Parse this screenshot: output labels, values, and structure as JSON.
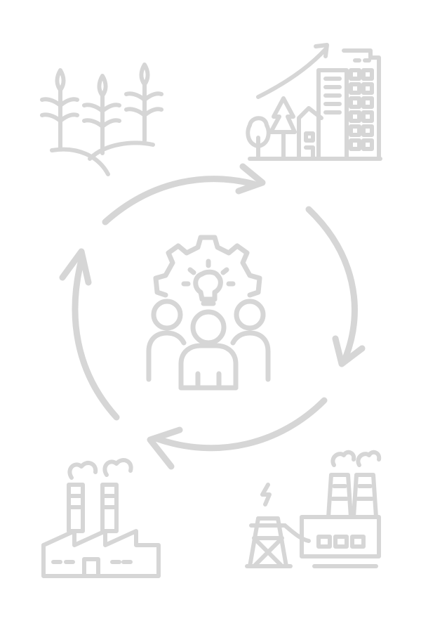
{
  "diagram": {
    "type": "cycle",
    "stroke_color": "#d6d6d6",
    "background_color": "#ffffff",
    "center": {
      "icon": "innovation-team-gear-lightbulb-icon"
    },
    "nodes": [
      {
        "position": "top-left",
        "icon": "agriculture-crops-icon"
      },
      {
        "position": "top-right",
        "icon": "city-growth-icon"
      },
      {
        "position": "bottom-right",
        "icon": "power-plant-icon"
      },
      {
        "position": "bottom-left",
        "icon": "factory-icon"
      }
    ],
    "arrows": [
      {
        "from": "top-left",
        "to": "top-right",
        "direction": "clockwise"
      },
      {
        "from": "top-right",
        "to": "bottom-right",
        "direction": "clockwise"
      },
      {
        "from": "bottom-right",
        "to": "bottom-left",
        "direction": "clockwise"
      },
      {
        "from": "bottom-left",
        "to": "top-left",
        "direction": "clockwise"
      }
    ]
  }
}
